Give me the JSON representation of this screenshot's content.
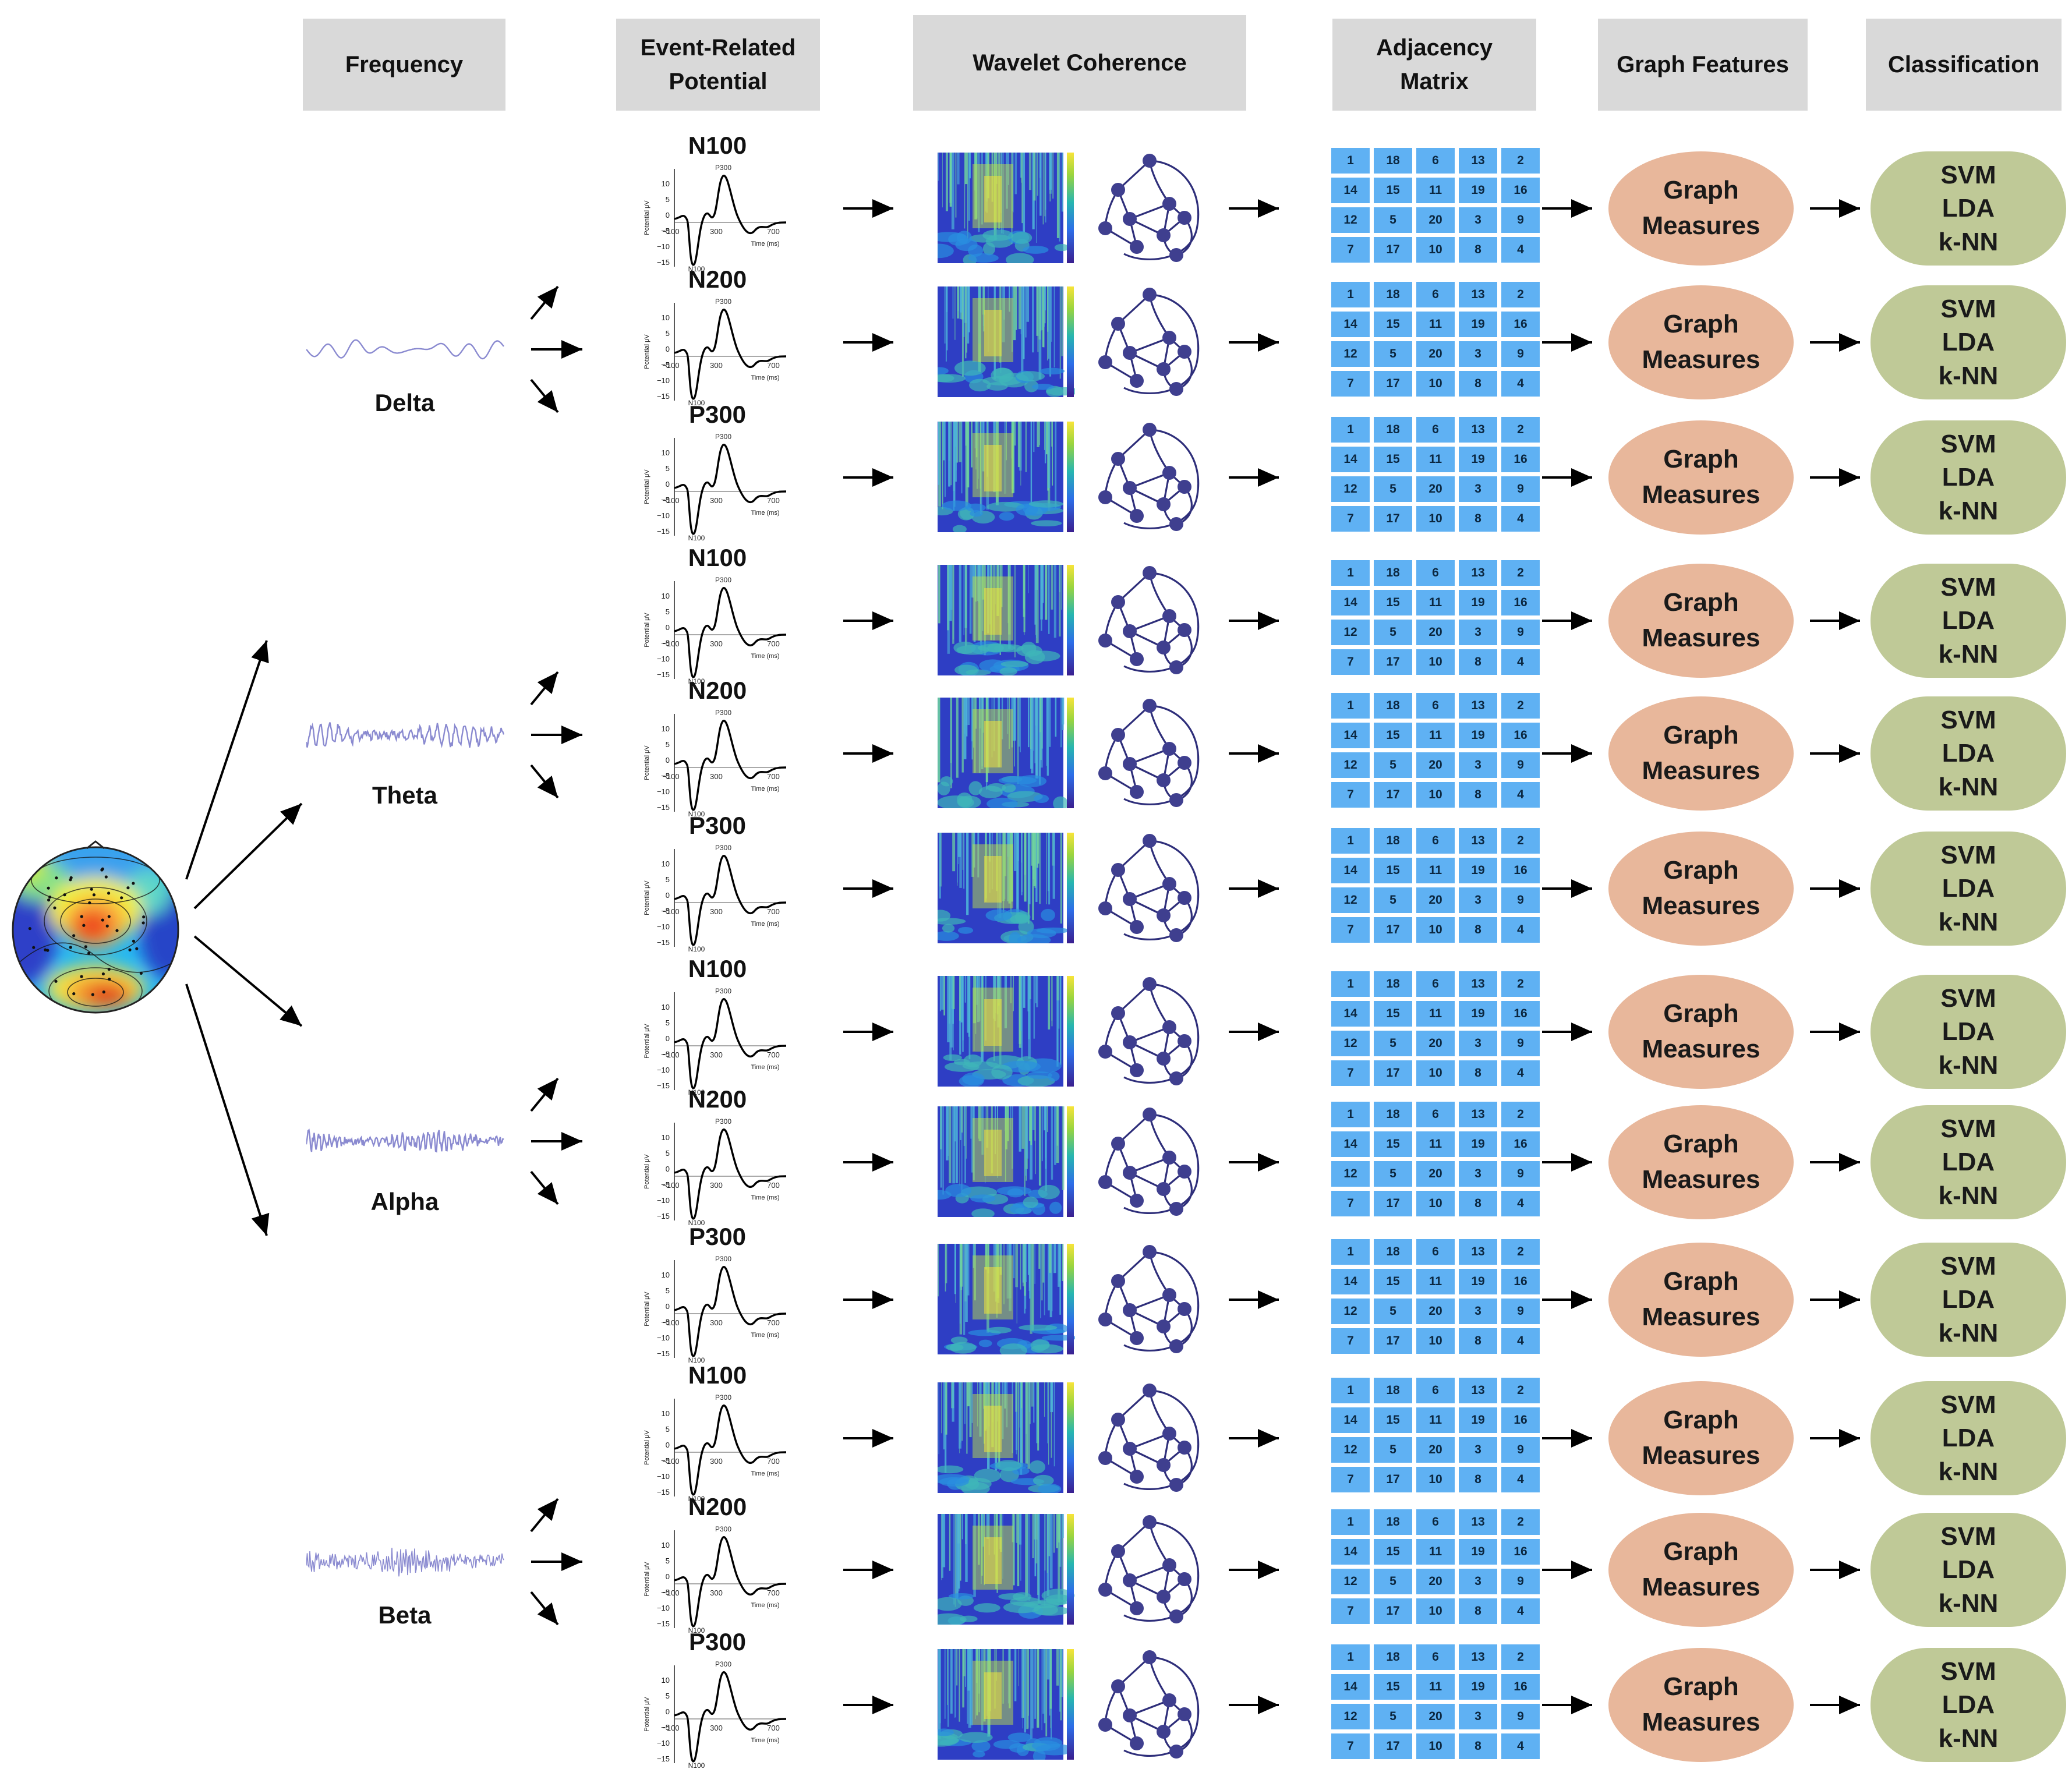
{
  "headers": [
    {
      "id": "frequency",
      "label": "Frequency"
    },
    {
      "id": "erp",
      "label": "Event-Related\nPotential"
    },
    {
      "id": "wavelet",
      "label": "Wavelet Coherence"
    },
    {
      "id": "adjacency",
      "label": "Adjacency\nMatrix"
    },
    {
      "id": "graph_features",
      "label": "Graph Features"
    },
    {
      "id": "classification",
      "label": "Classification"
    }
  ],
  "bands": [
    "Delta",
    "Theta",
    "Alpha",
    "Beta"
  ],
  "erp_components": [
    "N100",
    "N200",
    "P300"
  ],
  "erp_plot": {
    "y_axis_label": "Potential μV",
    "x_axis_label": "Time (ms)",
    "y_ticks": [
      "10",
      "5",
      "0",
      "−5",
      "−10",
      "−15"
    ],
    "x_ticks": [
      "−100",
      "300",
      "700"
    ],
    "peak_labels": [
      "P300",
      "N100"
    ]
  },
  "adjacency_matrix": [
    [
      1,
      18,
      6,
      13,
      2
    ],
    [
      14,
      15,
      11,
      19,
      16
    ],
    [
      12,
      5,
      20,
      3,
      9
    ],
    [
      7,
      17,
      10,
      8,
      4
    ]
  ],
  "graph_measures": [
    "Graph",
    "Measures"
  ],
  "classifiers": [
    "SVM",
    "LDA",
    "k-NN"
  ],
  "colors": {
    "header_bg": "#d9d9d9",
    "matrix_cell": "#5fb1f3",
    "graph_oval": "#e8b79b",
    "classifier_pill": "#bfc997",
    "network_node": "#3f3f8f",
    "band_wave": "#8a8ad0"
  }
}
